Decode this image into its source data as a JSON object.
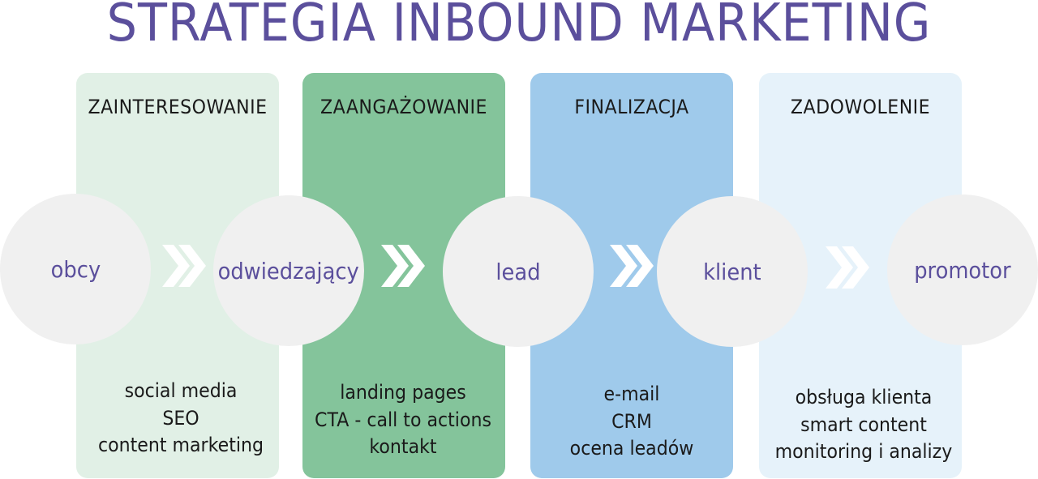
{
  "title": "STRATEGIA INBOUND MARKETING",
  "stages": [
    {
      "title": "ZAINTERESOWANIE",
      "tools": [
        "social media",
        "SEO",
        "content marketing"
      ]
    },
    {
      "title": "ZAANGAŻOWANIE",
      "tools": [
        "landing pages",
        "CTA - call to actions",
        "kontakt"
      ]
    },
    {
      "title": "FINALIZACJA",
      "tools": [
        "e-mail",
        "CRM",
        "ocena leadów"
      ]
    },
    {
      "title": "ZADOWOLENIE",
      "tools": [
        "obsługa klienta",
        "smart content",
        "monitoring i analizy"
      ]
    }
  ],
  "nodes": [
    "obcy",
    "odwiedzający",
    "lead",
    "klient",
    "promotor"
  ],
  "colors": {
    "title": "#5b4f9c",
    "stage_1_panel": "#e1f0e6",
    "stage_2_panel": "#84c49b",
    "stage_3_panel": "#9fcaeb",
    "stage_4_panel": "#e6f2fa",
    "node_circle": "#f0f0f0",
    "node_text": "#5b4f9c",
    "arrow": "#ffffff"
  },
  "icons": [
    "double-chevron-right-icon"
  ]
}
